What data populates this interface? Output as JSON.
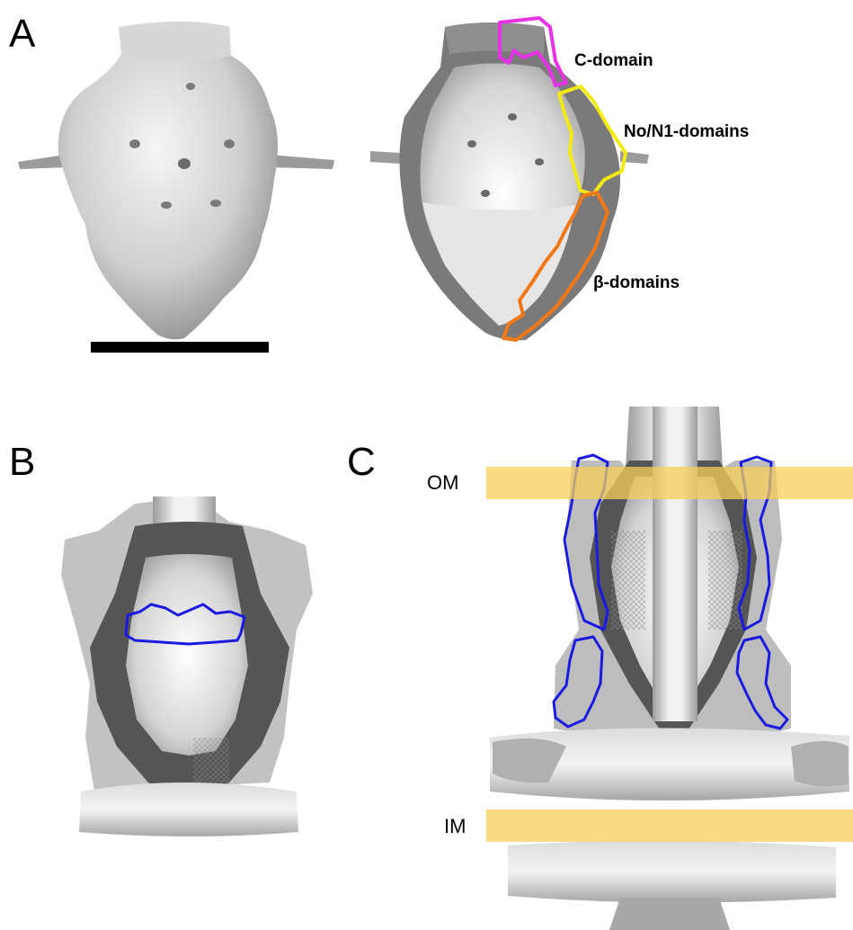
{
  "panels": {
    "a": {
      "letter": "A"
    },
    "b": {
      "letter": "B"
    },
    "c": {
      "letter": "C"
    }
  },
  "domain_labels": {
    "c_domain": "C-domain",
    "no_n1": "No/N1-domains",
    "beta": "β-domains"
  },
  "membranes": {
    "om": "OM",
    "im": "IM"
  },
  "colors": {
    "c_domain_outline": "#e633e6",
    "no_n1_outline": "#f2ea12",
    "beta_outline": "#f07818",
    "highlight_outline": "#1a1ae0",
    "membrane_band": "#f7cf5a",
    "map_light": "#c4c4c4",
    "map_dark": "#555555"
  }
}
